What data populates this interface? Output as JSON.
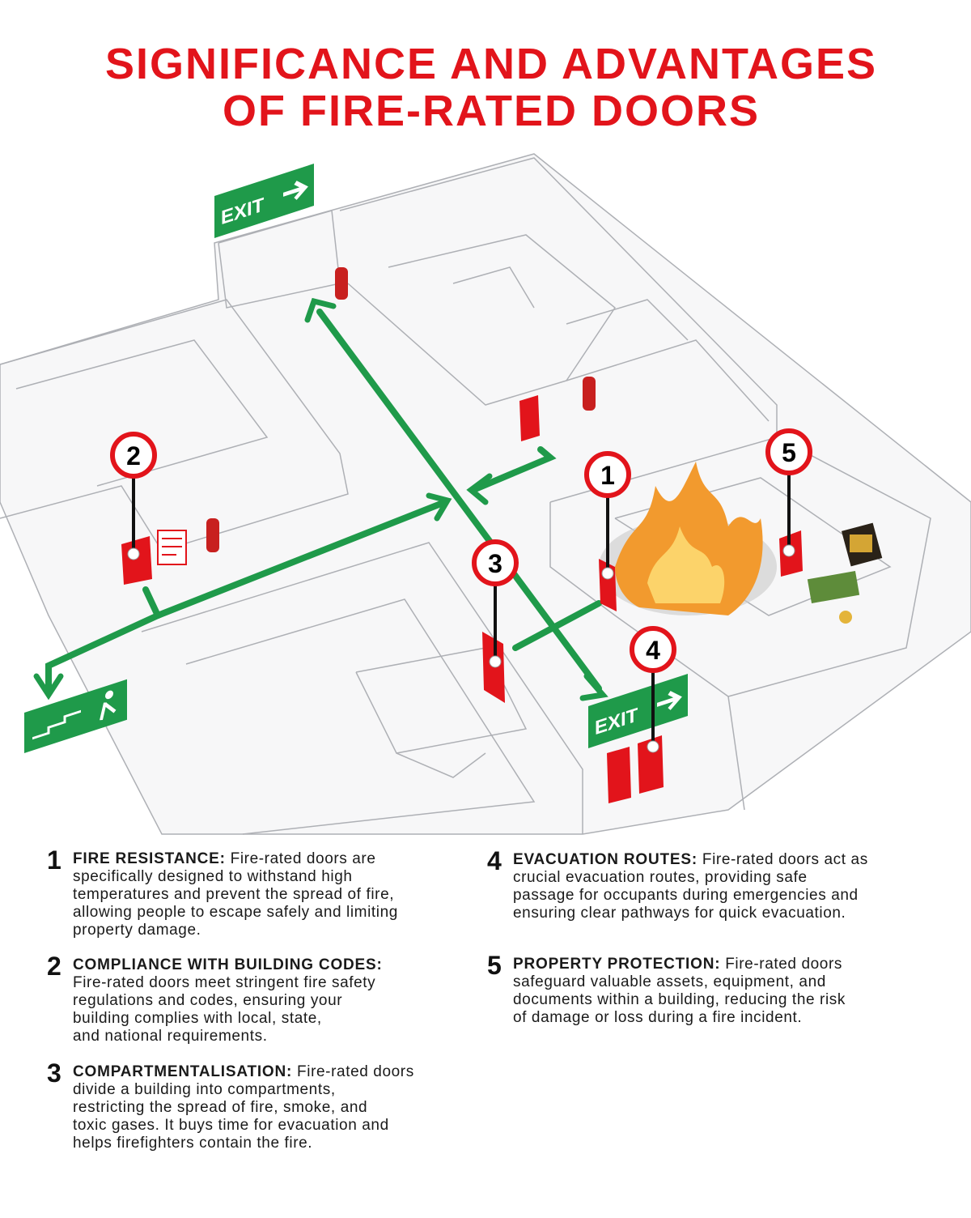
{
  "title": {
    "line1": "SIGNIFICANCE AND ADVANTAGES",
    "line2": "OF FIRE-RATED DOORS"
  },
  "colors": {
    "accent_red": "#e2141b",
    "exit_green": "#1f9a4a"
  },
  "illustration": {
    "exit_sign_label": "EXIT",
    "markers": [
      "1",
      "2",
      "3",
      "4",
      "5"
    ]
  },
  "items": [
    {
      "number": "1",
      "heading": "FIRE RESISTANCE:",
      "lines": [
        " Fire-rated doors are",
        "specifically designed to withstand high",
        "temperatures and prevent the spread of fire,",
        "allowing people to escape safely and limiting",
        "property damage."
      ]
    },
    {
      "number": "2",
      "heading": "COMPLIANCE WITH BUILDING CODES:",
      "lines": [
        "",
        "Fire-rated doors meet stringent fire safety",
        "regulations and codes, ensuring your",
        "building complies with local, state,",
        "and national requirements."
      ]
    },
    {
      "number": "3",
      "heading": "COMPARTMENTALISATION:",
      "lines": [
        " Fire-rated doors",
        "divide a building into compartments,",
        "restricting the spread of fire, smoke, and",
        "toxic gases. It buys time for evacuation and",
        "helps firefighters contain the fire."
      ]
    },
    {
      "number": "4",
      "heading": "EVACUATION ROUTES:",
      "lines": [
        " Fire-rated doors act as",
        "crucial evacuation routes, providing safe",
        "passage for occupants during emergencies and",
        "ensuring clear pathways for quick evacuation."
      ]
    },
    {
      "number": "5",
      "heading": "PROPERTY PROTECTION:",
      "lines": [
        " Fire-rated doors",
        "safeguard valuable assets, equipment, and",
        "documents within a building, reducing the risk",
        "of damage or loss during a fire incident."
      ]
    }
  ]
}
